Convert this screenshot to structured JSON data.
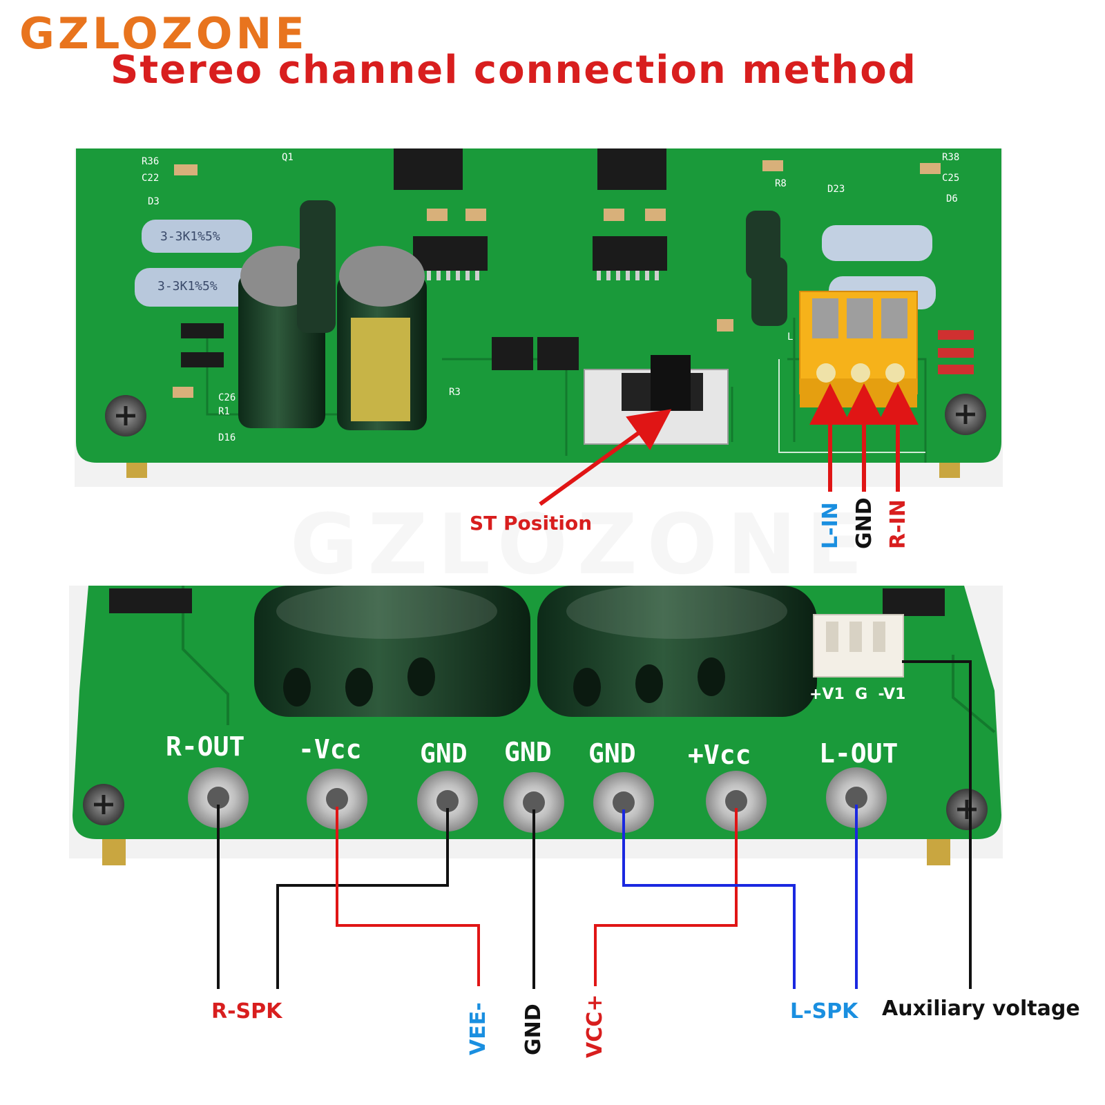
{
  "header": {
    "brand": "GZLOZONE",
    "title": "Stereo channel connection method"
  },
  "watermark": "GZLOZONE",
  "top_board": {
    "switch_label": "ST Position",
    "input_terminals": [
      "L-IN",
      "GND",
      "R-IN"
    ]
  },
  "bottom_board": {
    "aux_connector_pins": "+V1  G  -V1",
    "pads": [
      "R-OUT",
      "-Vcc",
      "GND",
      "GND",
      "GND",
      "+Vcc",
      "L-OUT"
    ],
    "wires": {
      "r_spk": "R-SPK",
      "vee": "VEE-",
      "gnd": "GND",
      "vcc": "VCC+",
      "l_spk": "L-SPK",
      "aux": "Auxiliary voltage"
    }
  },
  "colors": {
    "brand": "#e8741e",
    "title": "#d81e1e",
    "pcb": "#1a9a3a",
    "pcb_dark": "#0f6a26",
    "wire_red": "#e01515",
    "wire_black": "#111111",
    "wire_blue": "#1a28e0",
    "label_red": "#d81e1e",
    "label_blue": "#1a8fe0",
    "label_black": "#111111",
    "terminal_yellow": "#f6b21a"
  }
}
